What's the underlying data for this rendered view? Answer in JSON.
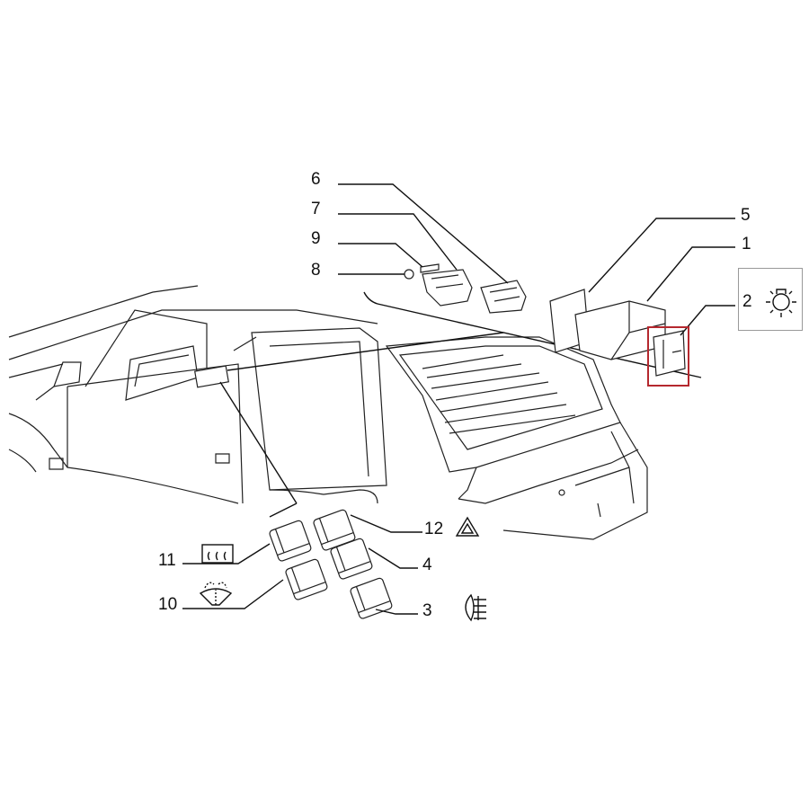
{
  "diagram": {
    "callouts": {
      "c1": "1",
      "c2": "2",
      "c3": "3",
      "c4": "4",
      "c5": "5",
      "c6": "6",
      "c7": "7",
      "c8": "8",
      "c9": "9",
      "c10": "10",
      "c11": "11",
      "c12": "12"
    },
    "icons": {
      "c2": "interior-light-icon",
      "c3": "rear-fog-light-icon",
      "c10": "windshield-wiper-icon",
      "c11": "rear-defroster-icon",
      "c12": "hazard-triangle-icon"
    },
    "highlight_color": "#b5282e"
  }
}
